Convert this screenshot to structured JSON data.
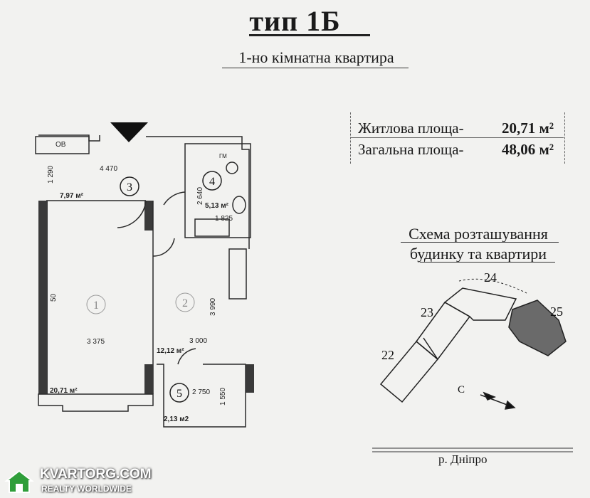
{
  "header": {
    "title": "тип 1Б",
    "subtitle": "1-но кімнатна квартира"
  },
  "areas": {
    "living_label": "Житлова площа-",
    "living_value": "20,71 м²",
    "total_label": "Загальна площа-",
    "total_value": "48,06 м²"
  },
  "plan": {
    "rooms": [
      {
        "number": "1",
        "area": "20,71 м²"
      },
      {
        "number": "2",
        "area": "12,12 м²"
      },
      {
        "number": "3",
        "area": "7,97 м²"
      },
      {
        "number": "4",
        "area": "5,13 м²"
      },
      {
        "number": "5",
        "area": "2,13 м2"
      }
    ],
    "dimensions": {
      "d4470": "4 470",
      "d1290": "1 290",
      "d2640": "2 640",
      "d1825": "1 825",
      "d3375": "3 375",
      "d3000": "3 000",
      "d2750": "2 750",
      "d1550": "1 550",
      "d3990": "3 990",
      "d50": "50"
    },
    "vent_label": "ОВ",
    "shaft_label": "ГМ"
  },
  "scheme": {
    "title_line1": "Схема розташування",
    "title_line2": "будинку та квартири",
    "sections": [
      "22",
      "23",
      "24",
      "25"
    ],
    "compass_label": "С",
    "river": "р. Дніпро"
  },
  "watermark": {
    "name": "KVARTORG.COM",
    "tagline": "REALTY WORLDWIDE"
  },
  "colors": {
    "ink": "#1a1a1a",
    "paper": "#f2f2f0",
    "wall_dark": "#3a3a3a",
    "watermark_green": "#2f9e3a"
  }
}
